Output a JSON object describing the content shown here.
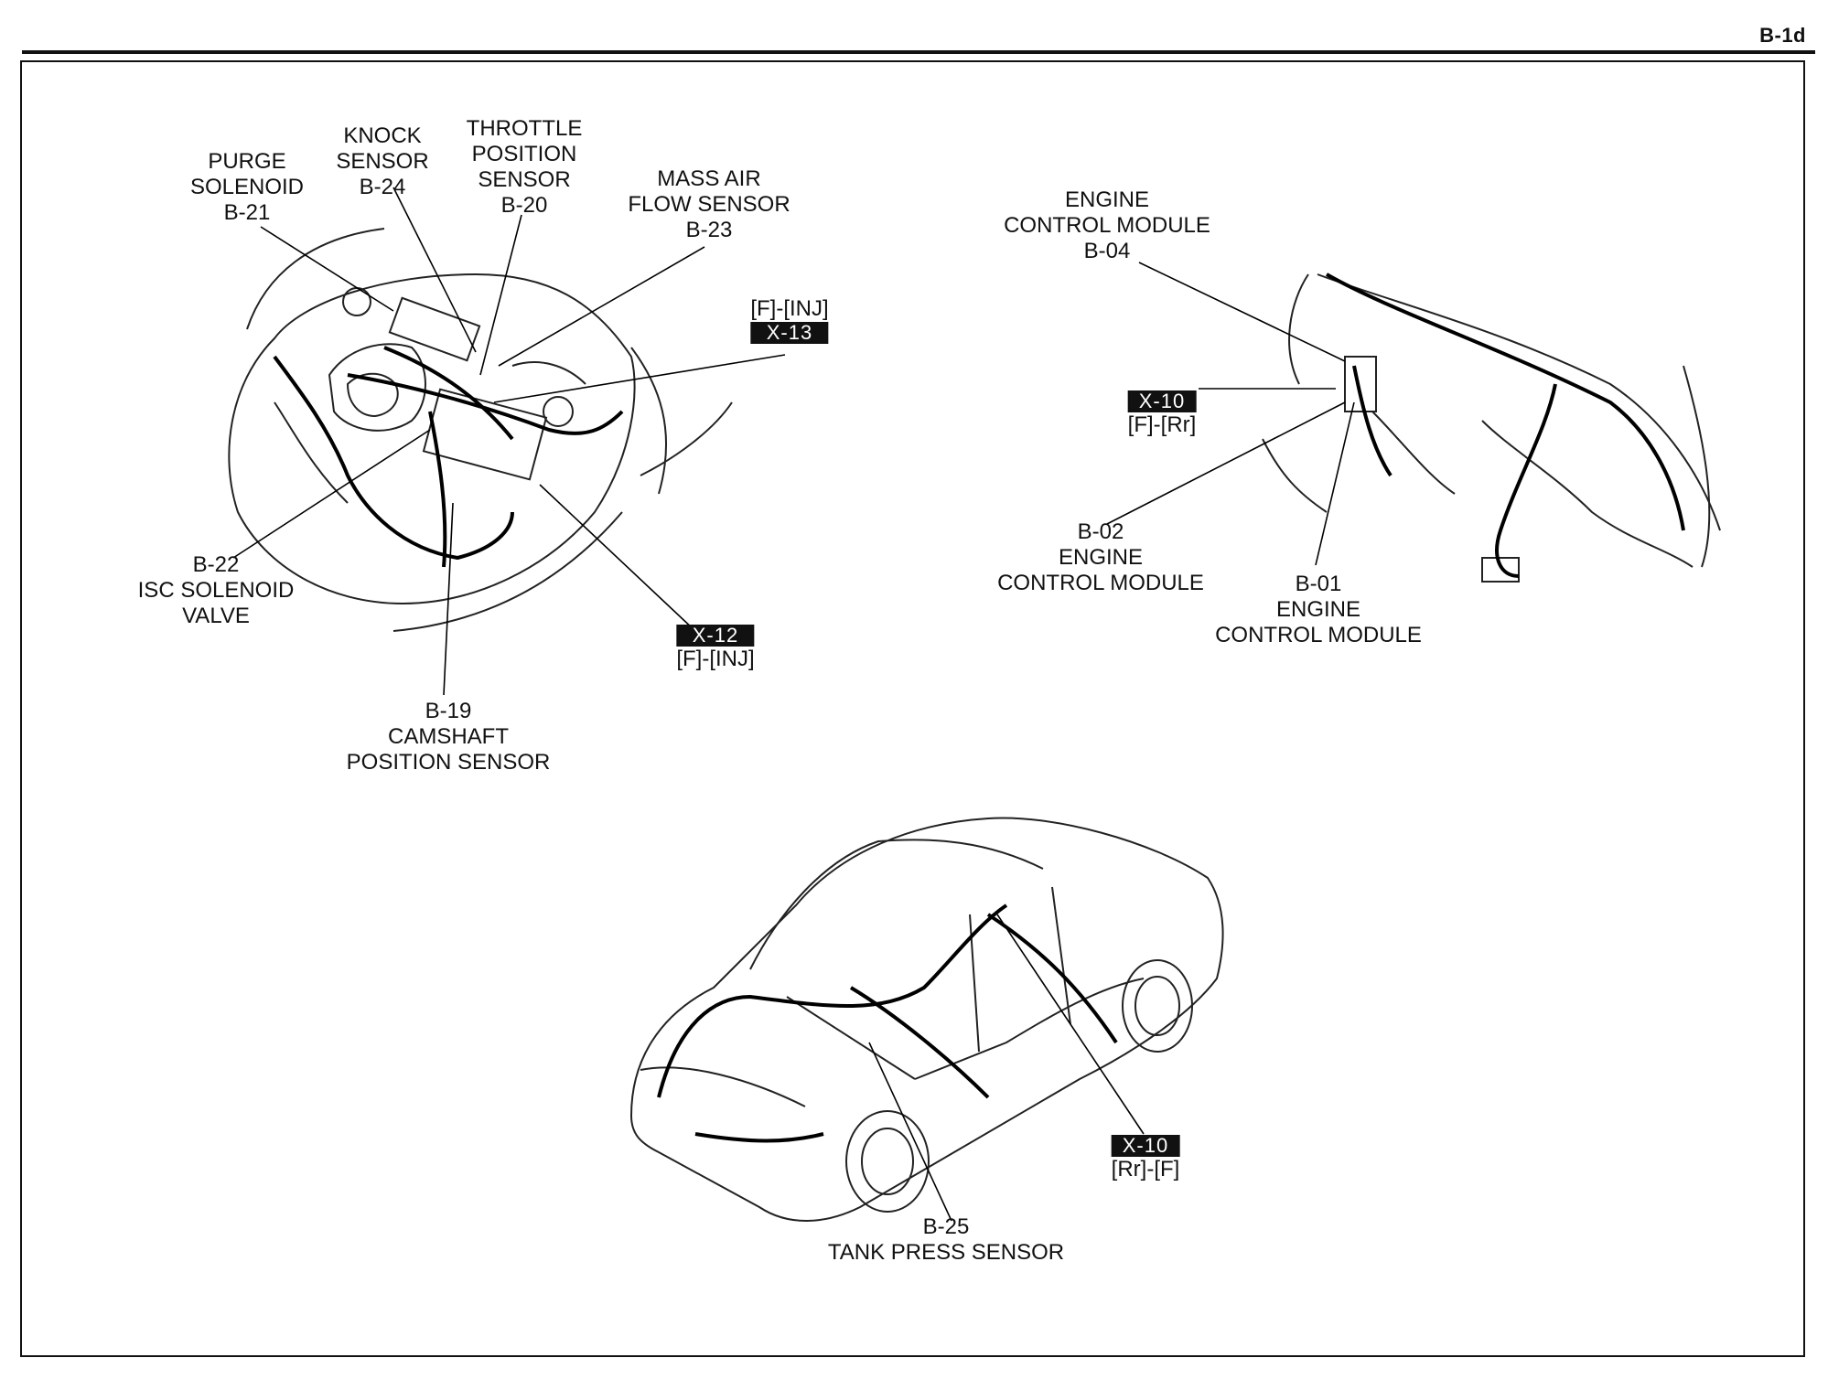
{
  "page": {
    "code": "B-1d"
  },
  "labels": {
    "purge_solenoid": [
      "PURGE",
      "SOLENOID",
      "B-21"
    ],
    "knock_sensor": [
      "KNOCK",
      "SENSOR",
      "B-24"
    ],
    "throttle_position_sensor": [
      "THROTTLE",
      "POSITION",
      "SENSOR",
      "B-20"
    ],
    "mass_air_flow_sensor": [
      "MASS AIR",
      "FLOW SENSOR",
      "B-23"
    ],
    "isc_solenoid_valve": [
      "B-22",
      "ISC SOLENOID",
      "VALVE"
    ],
    "camshaft_position_sensor": [
      "B-19",
      "CAMSHAFT",
      "POSITION SENSOR"
    ],
    "ecm_b04": [
      "ENGINE",
      "CONTROL MODULE",
      "B-04"
    ],
    "ecm_b02": [
      "B-02",
      "ENGINE",
      "CONTROL MODULE"
    ],
    "ecm_b01": [
      "B-01",
      "ENGINE",
      "CONTROL MODULE"
    ],
    "tank_press_sensor": [
      "B-25",
      "TANK PRESS SENSOR"
    ]
  },
  "connectors": {
    "x13": {
      "code": "X-13",
      "note": "[F]-[INJ]"
    },
    "x12": {
      "code": "X-12",
      "note": "[F]-[INJ]"
    },
    "x10_ecm": {
      "code": "X-10",
      "note": "[F]-[Rr]"
    },
    "x10_car": {
      "code": "X-10",
      "note": "[Rr]-[F]"
    }
  }
}
